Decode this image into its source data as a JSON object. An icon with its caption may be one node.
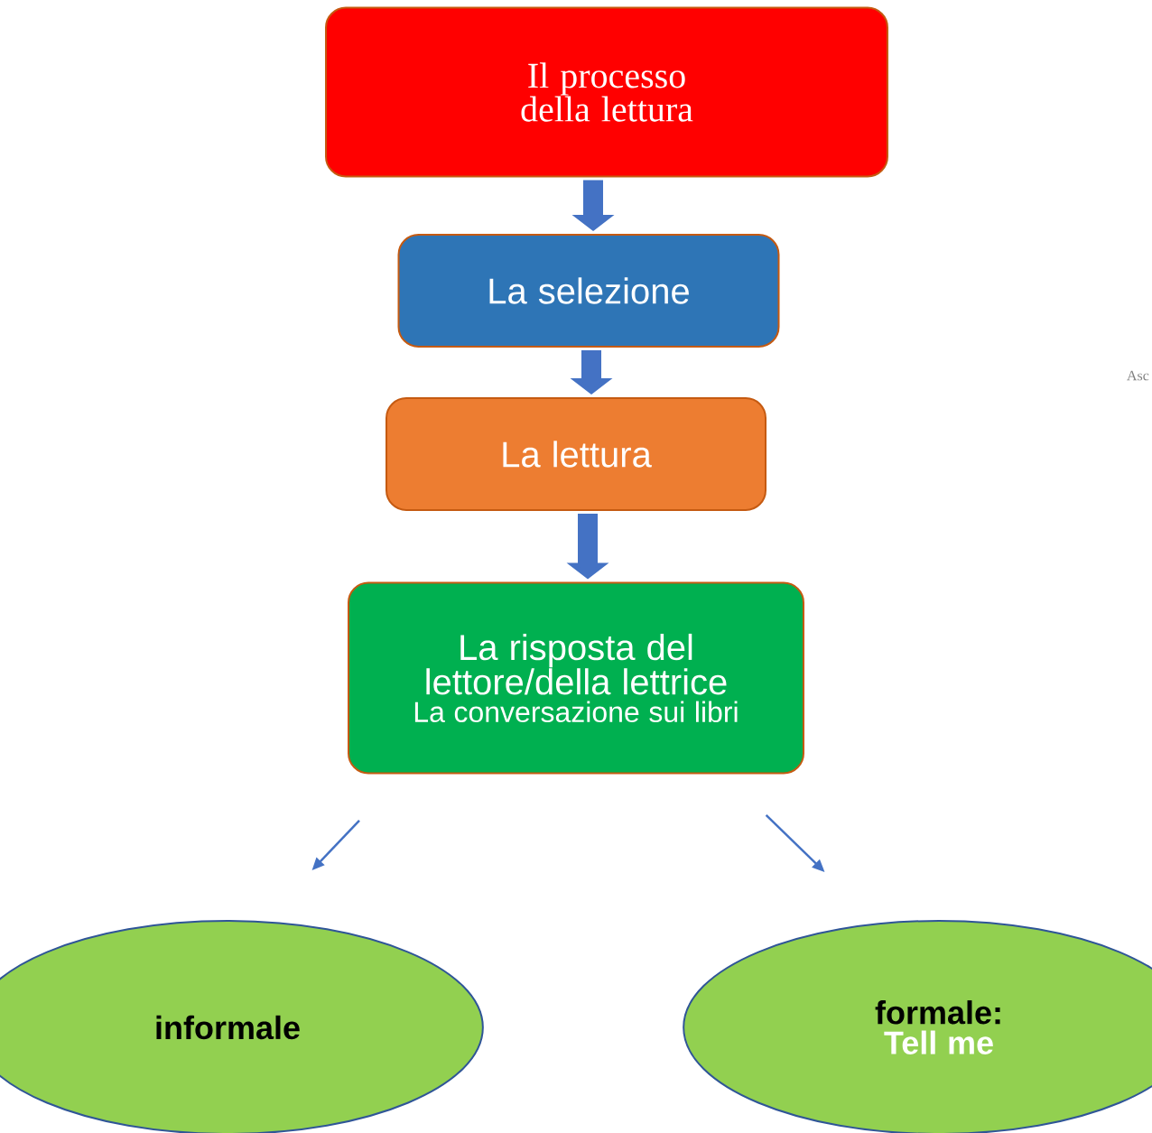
{
  "diagram": {
    "nodes": [
      {
        "text": [
          "Il processo della lettura"
        ]
      },
      {
        "text": [
          "La selezione"
        ]
      },
      {
        "text": [
          "La lettura"
        ]
      },
      {
        "text": [
          "La risposta del lettore/della lettrice",
          "La conversazione sui libri"
        ]
      },
      {
        "text": [
          "informale"
        ]
      },
      {
        "text": [
          "formale:",
          "Tell me"
        ]
      }
    ],
    "edges": [
      {
        "from": 0,
        "to": 1,
        "arrow": "to"
      },
      {
        "from": 1,
        "to": 2,
        "arrow": "to"
      },
      {
        "from": 2,
        "to": 3,
        "arrow": "to"
      },
      {
        "from": 3,
        "to": 4,
        "arrow": "to"
      },
      {
        "from": 3,
        "to": 5,
        "arrow": "to"
      }
    ],
    "labels": [
      "Asc"
    ]
  }
}
